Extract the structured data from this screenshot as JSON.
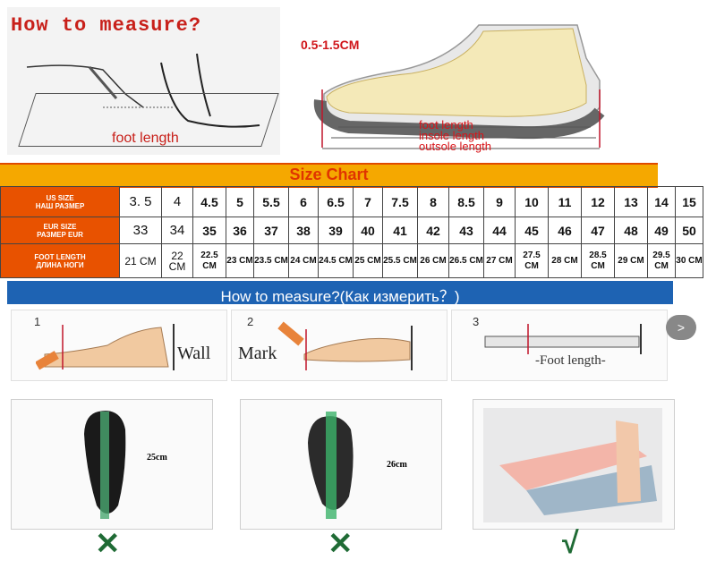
{
  "top": {
    "title": "How to measure?",
    "foot_length": "foot length",
    "range": "0.5-1.5CM",
    "shoe_labels": [
      "foot length",
      "insole length",
      "outsole length"
    ]
  },
  "chart": {
    "title": "Size Chart",
    "rows": [
      {
        "label": "US SIZE",
        "sub": "НАШ РАЗМЕР",
        "values": [
          "3. 5",
          "4",
          "4.5",
          "5",
          "5.5",
          "6",
          "6.5",
          "7",
          "7.5",
          "8",
          "8.5",
          "9",
          "10",
          "11",
          "12",
          "13",
          "14",
          "15"
        ]
      },
      {
        "label": "EUR SIZE",
        "sub": "РАЗМЕР EUR",
        "values": [
          "33",
          "34",
          "35",
          "36",
          "37",
          "38",
          "39",
          "40",
          "41",
          "42",
          "43",
          "44",
          "45",
          "46",
          "47",
          "48",
          "49",
          "50"
        ]
      },
      {
        "label": "FOOT LENGTH",
        "sub": "ДЛИНА НОГИ",
        "values": [
          "21 CM",
          "22 CM",
          "22.5 CM",
          "23 CM",
          "23.5 CM",
          "24 CM",
          "24.5 CM",
          "25 CM",
          "25.5 CM",
          "26 CM",
          "26.5 CM",
          "27 CM",
          "27.5 CM",
          "28 CM",
          "28.5 CM",
          "29 CM",
          "29.5 CM",
          "30 CM"
        ]
      }
    ]
  },
  "measure": {
    "title": "How to measure?(Как измерить？)",
    "steps": [
      {
        "num": "1",
        "label": "Wall"
      },
      {
        "num": "2",
        "label": "Mark"
      },
      {
        "num": "3",
        "label": "-Foot length-"
      }
    ],
    "next": ">",
    "examples": [
      {
        "length": "25cm",
        "mark": "✕"
      },
      {
        "length": "26cm",
        "mark": "✕"
      },
      {
        "length": "",
        "mark": "√"
      }
    ]
  },
  "colors": {
    "brand_red": "#c8201a",
    "chart_orange": "#f5a800",
    "header_orange": "#e85200",
    "blue_banner": "#1e63b3",
    "mark_green": "#1f6b35"
  }
}
